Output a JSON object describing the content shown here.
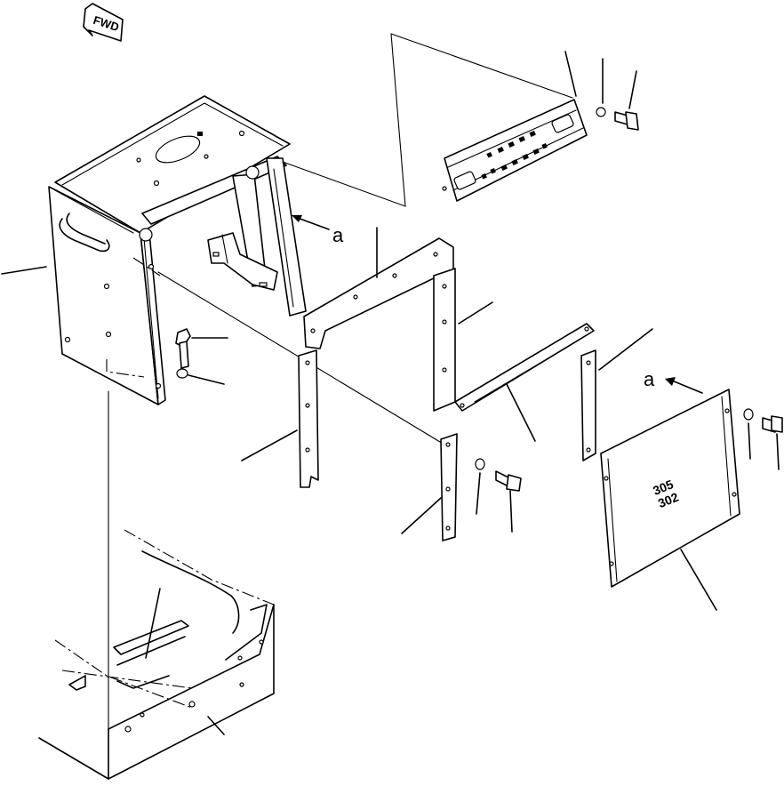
{
  "direction_marker": {
    "label": "FWD"
  },
  "view_labels": [
    {
      "id": "view-a-upper",
      "text": "a"
    },
    {
      "id": "view-a-lower",
      "text": "a"
    }
  ],
  "panel_marking": {
    "text": "305\n302"
  }
}
